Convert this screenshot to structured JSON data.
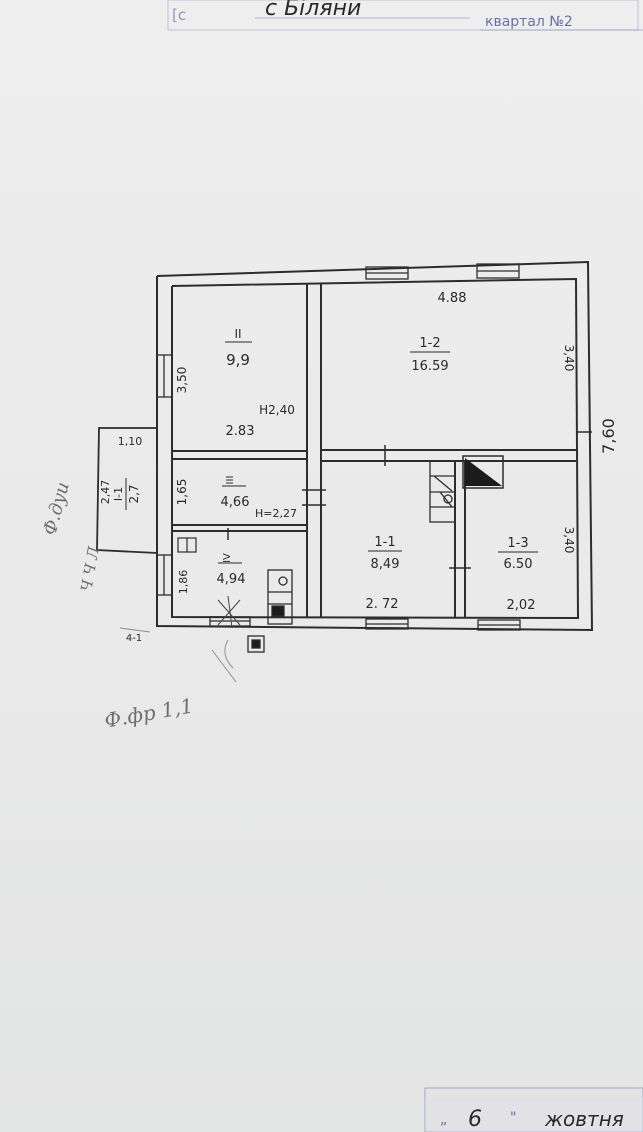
{
  "header": {
    "village": "с Біляни",
    "quarter": "квартал №2"
  },
  "plan": {
    "rooms": [
      {
        "id": "II",
        "label": "II",
        "area": "9,9"
      },
      {
        "id": "III",
        "label": "III",
        "area": "4,66"
      },
      {
        "id": "IV",
        "label": "IV",
        "area": "4,94"
      },
      {
        "id": "1-1",
        "label": "1-1",
        "area": "8,49"
      },
      {
        "id": "1-2",
        "label": "1-2",
        "area": "16.59"
      },
      {
        "id": "1-3",
        "label": "1-3",
        "area": "6.50"
      },
      {
        "id": "I-1",
        "label": "I-1",
        "area": "2,7"
      }
    ],
    "dimensions": {
      "d_350": "3,50",
      "d_h240": "H2,40",
      "d_283": "2.83",
      "d_165": "1,65",
      "d_h227": "H=2,27",
      "d_186": "1,86",
      "d_488": "4.88",
      "d_340_top": "3,40",
      "d_340_bottom": "3,40",
      "d_760": "7,60",
      "d_272": "2. 72",
      "d_202": "2,02",
      "d_110": "1,10",
      "d_247": "2,47"
    },
    "notes": {
      "n_handwritten_side": "Ф.дуи",
      "n_handwritten_bottom": "Ф.фр 1,1",
      "n_handwritten_left": "Ч Ч Л",
      "n_section": "4-1"
    }
  },
  "footer": {
    "day": "6",
    "month": "жовтня"
  }
}
